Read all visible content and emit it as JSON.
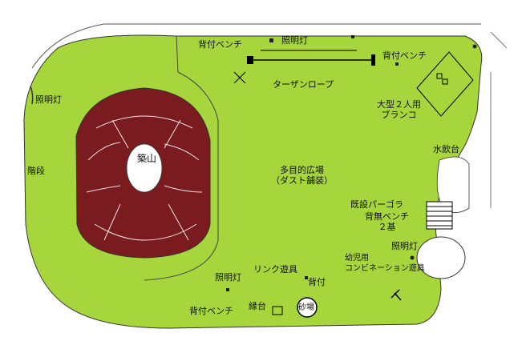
{
  "colors": {
    "lawn": "#a6d63c",
    "mound": "#7a1b1f",
    "mound_lines": "#f3e3e3",
    "outline": "#333333",
    "background": "#ffffff"
  },
  "labels": {
    "lighting_top": "照明灯",
    "bench_back_top_left": "背付ベンチ",
    "bench_back_top_right": "背付ベンチ",
    "tarzan_rope": "ターザンロープ",
    "large_swing": "大型２人用\nブランコ",
    "lighting_left": "照明灯",
    "stairs": "階段",
    "mound": "築山",
    "plaza": "多目的広場\n（ダスト舗装）",
    "fountain": "水飲台",
    "pergola": "既設パーゴラ",
    "bench_no_back": "背無ベンチ\n２基",
    "lighting_right": "照明灯",
    "toddler_combo": "幼児用\nコンビネーション遊具",
    "link_play": "リンク遊具",
    "lighting_bottom": "照明灯",
    "bench_back_small": "背付",
    "bench_back_bottom": "背付ベンチ",
    "edge_bench": "縁台",
    "sandbox": "砂場"
  }
}
